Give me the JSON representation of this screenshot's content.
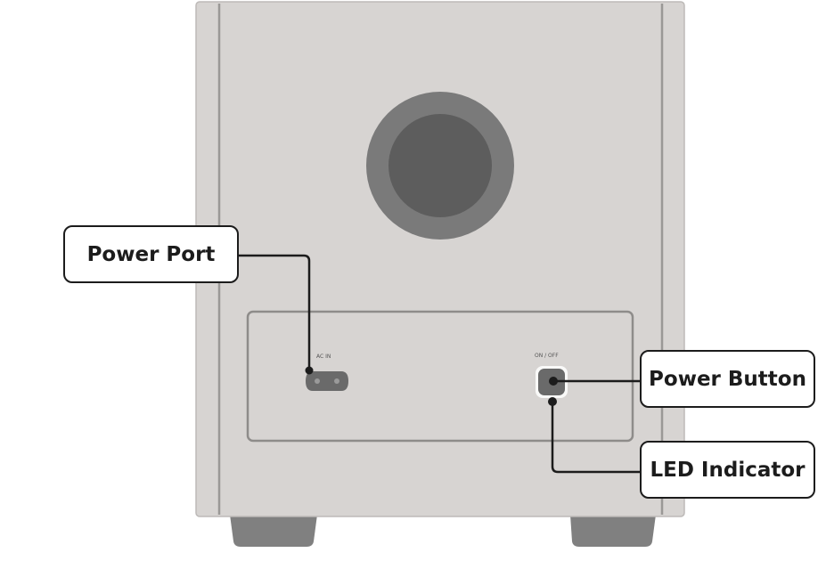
{
  "callouts": {
    "power_port": "Power Port",
    "power_button": "Power Button",
    "led_indicator": "LED Indicator"
  },
  "panel_labels": {
    "ac_in": "AC IN",
    "on_off": "ON / OFF"
  },
  "colors": {
    "body": "#d7d4d2",
    "body_edge": "#9a9896",
    "woofer_ring": "#7a7a7a",
    "woofer_cone": "#5d5d5d",
    "panel_border": "#8e8c8a",
    "feet": "#808080",
    "leader_line": "#1c1c1c"
  },
  "icons": {
    "ac_socket": "ac-socket-icon",
    "power_button": "power-button-icon"
  }
}
